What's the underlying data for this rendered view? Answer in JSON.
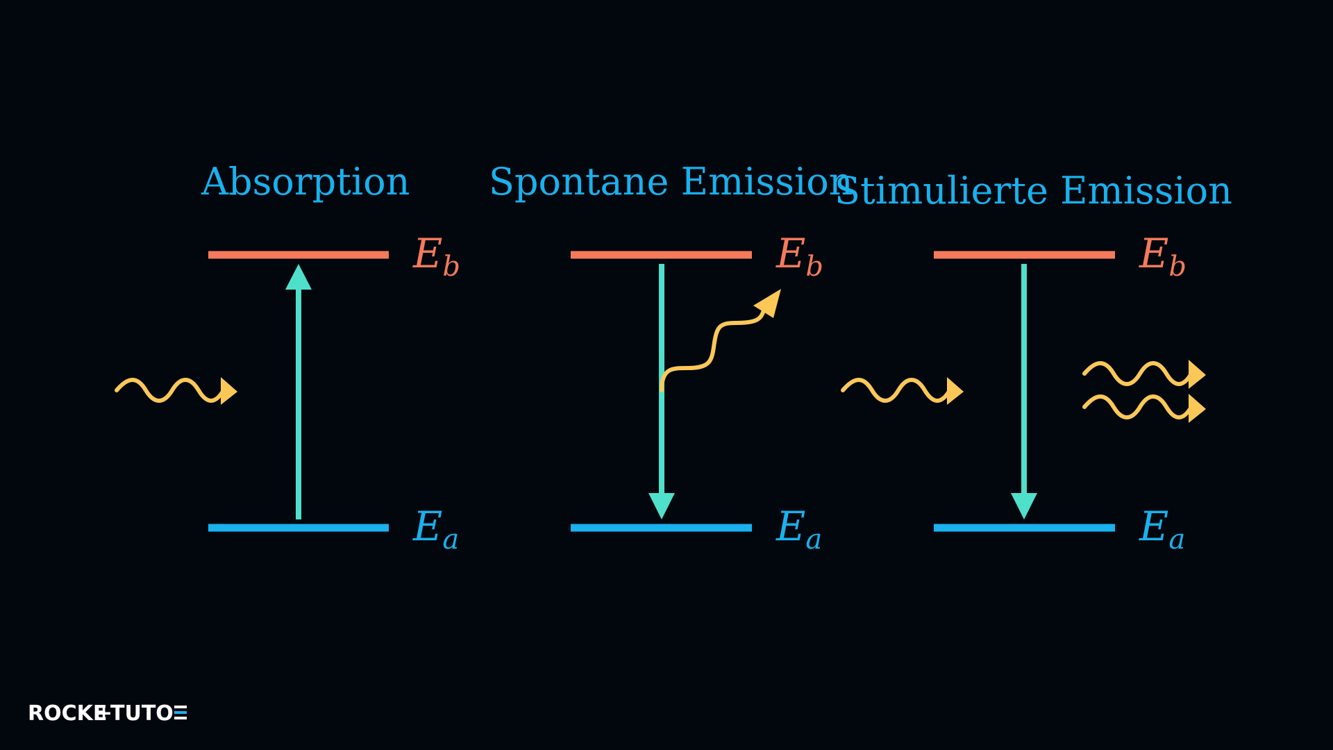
{
  "colors": {
    "background": "#02070d",
    "upper_level": "#f57a5c",
    "lower_level": "#19b1ee",
    "transition_arrow": "#4fe0cb",
    "photon": "#fbc858",
    "title": "#19b1ee",
    "logo": "#ffffff"
  },
  "icons": {
    "photon": "wavy-photon-arrow-icon",
    "transition": "straight-transition-arrow-icon"
  },
  "panels": [
    {
      "title": "Absorption",
      "upper_label": {
        "base": "E",
        "sub": "b"
      },
      "lower_label": {
        "base": "E",
        "sub": "a"
      },
      "transition": "up"
    },
    {
      "title": "Spontane Emission",
      "upper_label": {
        "base": "E",
        "sub": "b"
      },
      "lower_label": {
        "base": "E",
        "sub": "a"
      },
      "transition": "down"
    },
    {
      "title": "Stimulierte Emission",
      "upper_label": {
        "base": "E",
        "sub": "b"
      },
      "lower_label": {
        "base": "E",
        "sub": "a"
      },
      "transition": "down"
    }
  ],
  "logo": {
    "left": "ROCKE",
    "cross": "+",
    "right": "TUTO"
  }
}
